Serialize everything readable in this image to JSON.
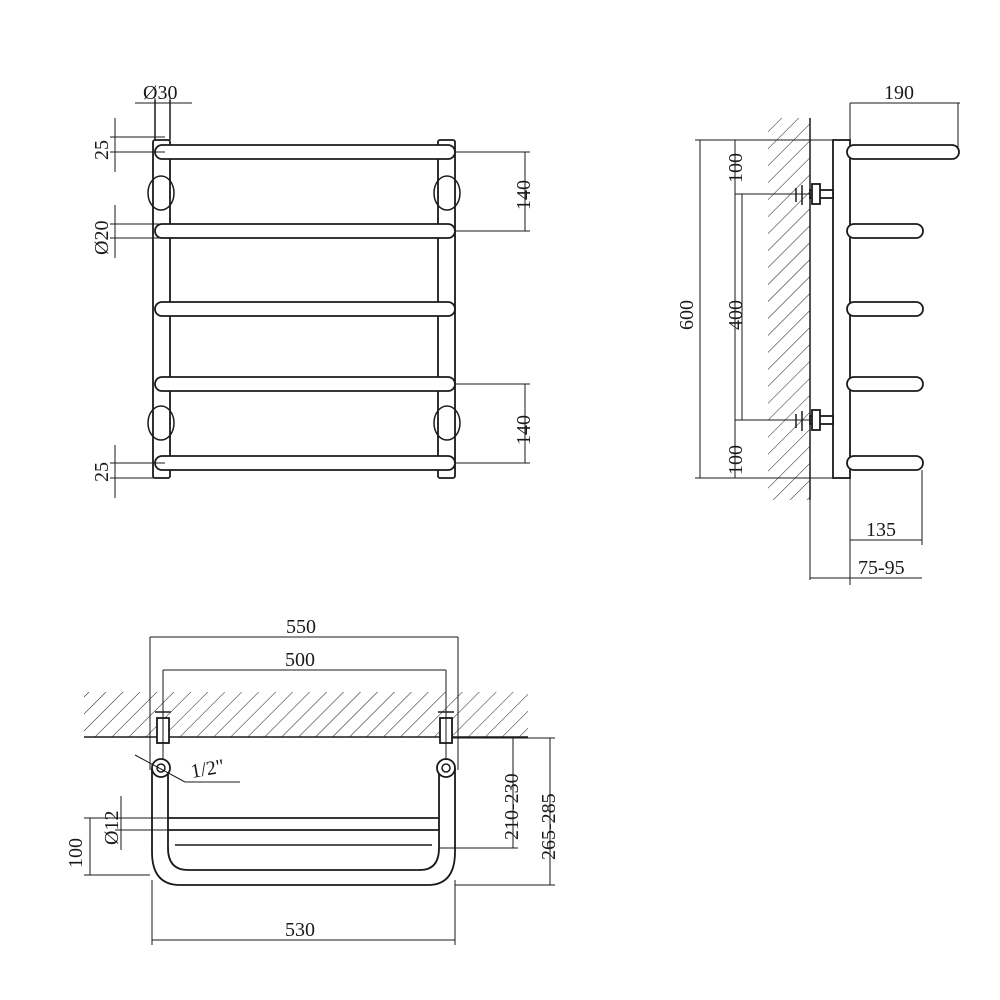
{
  "front_view": {
    "dia_post": "Ø30",
    "dia_bar": "Ø20",
    "top_offset": "25",
    "bottom_offset": "25",
    "upper_spacing": "140",
    "lower_spacing": "140"
  },
  "side_view": {
    "width_top": "190",
    "height_total": "600",
    "mount_top": "100",
    "mount_center": "400",
    "mount_bottom": "100",
    "depth_bar": "135",
    "wall_gap": "75-95"
  },
  "top_view": {
    "width_outer": "550",
    "width_axis": "500",
    "width_bottom": "530",
    "thread": "1/2\"",
    "dia_shelf": "Ø12",
    "shelf_height": "100",
    "depth_axis": "210-230",
    "depth_total": "265-285"
  }
}
